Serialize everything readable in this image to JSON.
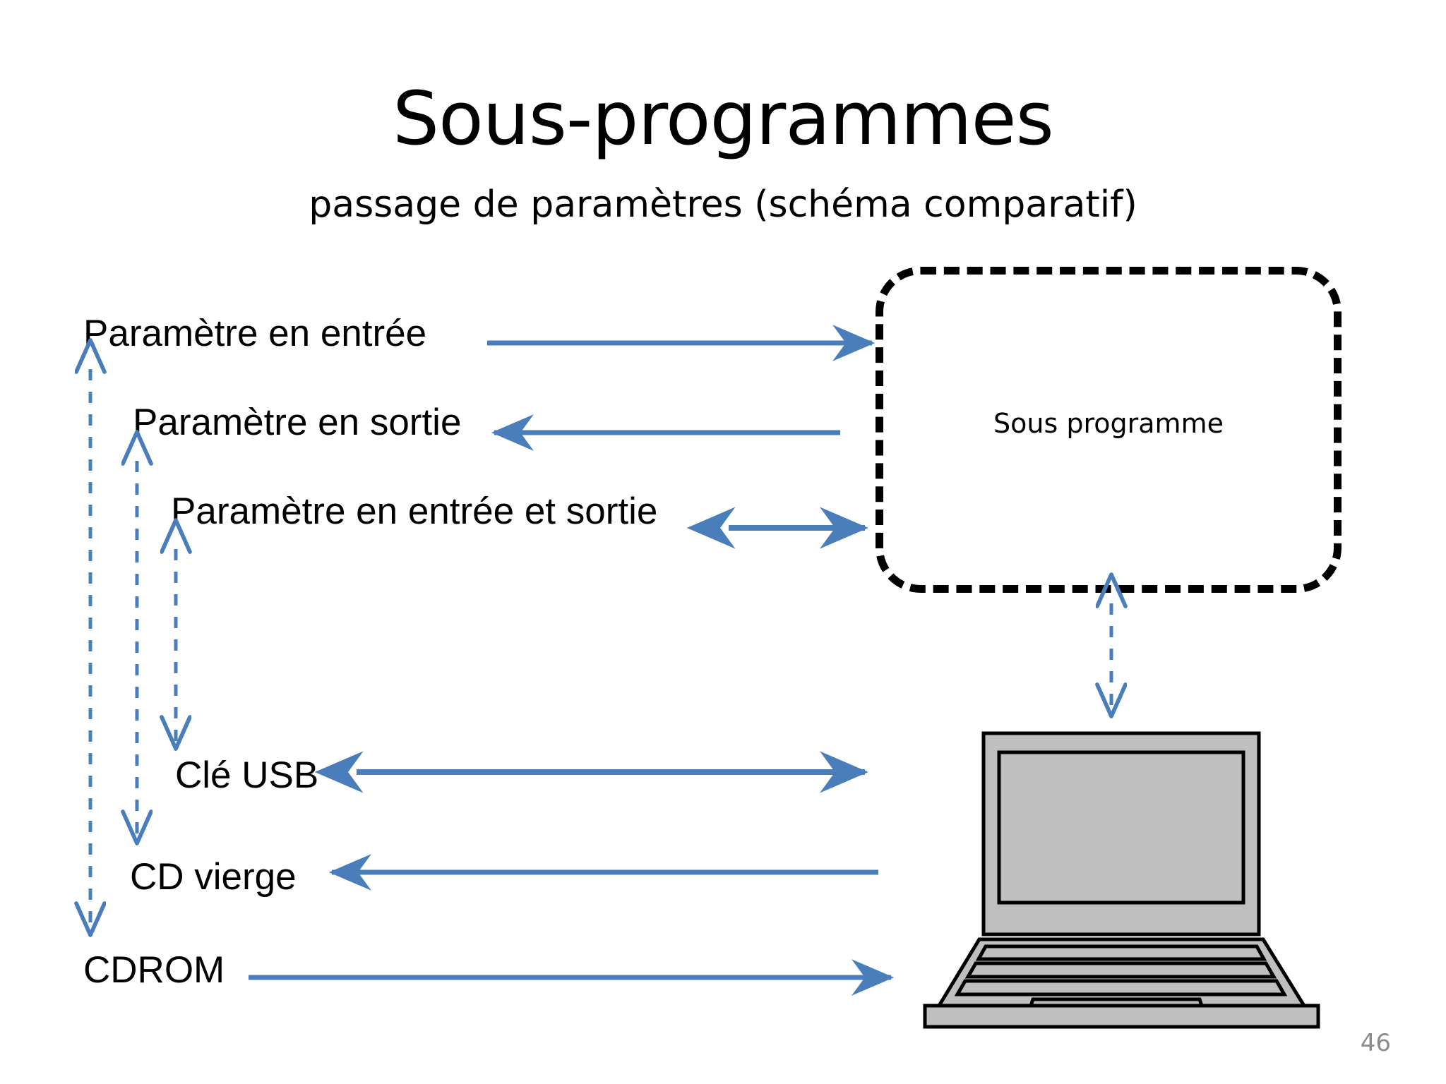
{
  "slide": {
    "title": "Sous-programmes",
    "subtitle": "passage de paramètres (schéma comparatif)",
    "page_number": "46",
    "background_color": "#FFFFFF"
  },
  "colors": {
    "arrow_blue": "#4A7EBB",
    "dashed_black": "#000000",
    "laptop_fill": "#BFBFBF",
    "laptop_outline": "#000000",
    "page_number_gray": "#8B8B8B",
    "text_black": "#000000"
  },
  "subprogram_box": {
    "label": "Sous programme",
    "border_style": "dashed",
    "border_color": "#000000",
    "shape": "rounded-rectangle"
  },
  "parameter_rows": [
    {
      "id": "param-in",
      "label": "Paramètre en entrée",
      "arrow_direction": "right",
      "arrow_style": "solid",
      "arrow_color": "#4A7EBB"
    },
    {
      "id": "param-out",
      "label": "Paramètre en sortie",
      "arrow_direction": "left",
      "arrow_style": "solid",
      "arrow_color": "#4A7EBB"
    },
    {
      "id": "param-inout",
      "label": "Paramètre en entrée et sortie",
      "arrow_direction": "both",
      "arrow_style": "solid",
      "arrow_color": "#4A7EBB"
    },
    {
      "id": "usb-key",
      "label": "Clé USB",
      "arrow_direction": "both",
      "arrow_style": "solid",
      "arrow_color": "#4A7EBB"
    },
    {
      "id": "blank-cd",
      "label": "CD vierge",
      "arrow_direction": "left",
      "arrow_style": "solid",
      "arrow_color": "#4A7EBB"
    },
    {
      "id": "cdrom",
      "label": "CDROM",
      "arrow_direction": "right",
      "arrow_style": "solid",
      "arrow_color": "#4A7EBB"
    }
  ],
  "comparison_brackets": [
    {
      "id": "bracket-outer",
      "connects": [
        "Paramètre en entrée",
        "CDROM"
      ],
      "style": "dashed",
      "direction": "both",
      "color": "#4A7EBB"
    },
    {
      "id": "bracket-middle",
      "connects": [
        "Paramètre en sortie",
        "CD vierge"
      ],
      "style": "dashed",
      "direction": "both",
      "color": "#4A7EBB"
    },
    {
      "id": "bracket-inner",
      "connects": [
        "Paramètre en entrée et sortie",
        "Clé USB"
      ],
      "style": "dashed",
      "direction": "both",
      "color": "#4A7EBB"
    }
  ],
  "box_to_laptop_link": {
    "style": "dashed",
    "direction": "both",
    "color": "#4A7EBB",
    "connects": [
      "Sous programme",
      "laptop"
    ]
  },
  "laptop": {
    "name": "laptop-illustration",
    "fill": "#BFBFBF",
    "outline": "#000000",
    "parts": [
      "screen-bezel",
      "screen",
      "keyboard-rows",
      "trackpad",
      "base"
    ]
  }
}
